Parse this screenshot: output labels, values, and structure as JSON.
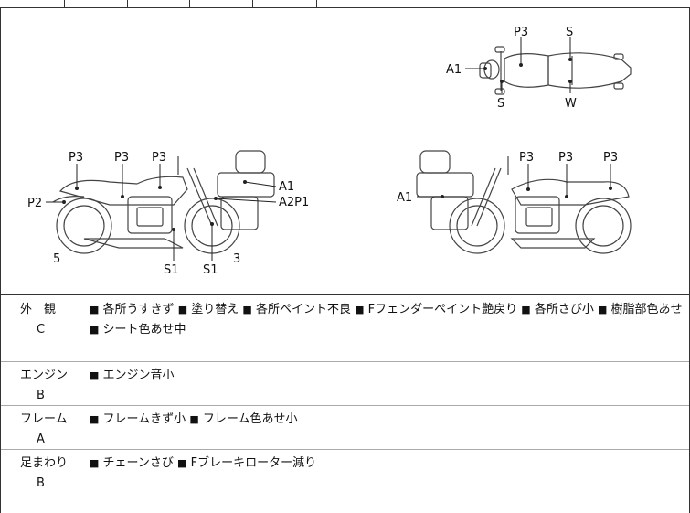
{
  "diagram": {
    "top_view": {
      "labels": [
        "P3",
        "S",
        "A1",
        "S",
        "W"
      ]
    },
    "left_view": {
      "labels": [
        "P3",
        "P3",
        "P3",
        "P2",
        "A1",
        "A2P1",
        "5",
        "S1",
        "S1",
        "3"
      ]
    },
    "right_view": {
      "labels": [
        "P3",
        "P3",
        "P3",
        "A1"
      ]
    }
  },
  "sections": [
    {
      "name": "外　観",
      "grade": "C",
      "items": [
        "各所うすきず",
        "塗り替え",
        "各所ペイント不良",
        "Fフェンダーペイント艶戻り",
        "各所さび小",
        "樹脂部色あせ",
        "シート色あせ中"
      ]
    },
    {
      "name": "エンジン",
      "grade": "B",
      "items": [
        "エンジン音小"
      ]
    },
    {
      "name": "フレーム",
      "grade": "A",
      "items": [
        "フレームきず小",
        "フレーム色あせ小"
      ]
    },
    {
      "name": "足まわり",
      "grade": "B",
      "items": [
        "チェーンさび",
        "Fブレーキローター減り"
      ]
    }
  ],
  "bullet": "■"
}
